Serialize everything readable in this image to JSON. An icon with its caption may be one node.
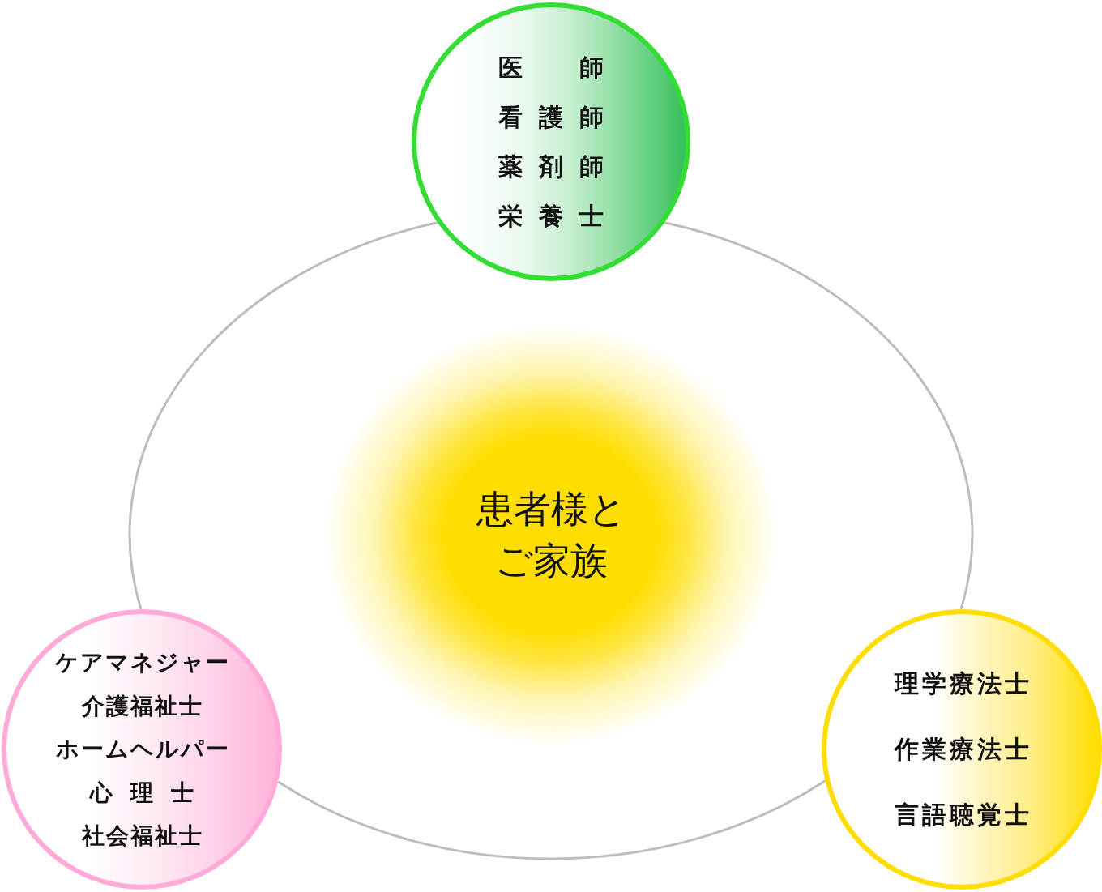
{
  "diagram": {
    "nodes": [
      {
        "text": [
          "医師",
          "看護師",
          "薬剤師",
          "栄養士"
        ]
      },
      {
        "text": [
          "患者様とご家族"
        ]
      },
      {
        "text": [
          "ケアマネジャー",
          "介護福祉士",
          "ホームヘルパー",
          "心理士",
          "社会福祉士"
        ]
      },
      {
        "text": [
          "理学療法士",
          "作業療法士",
          "言語聴覚士"
        ]
      }
    ],
    "edges": [
      {
        "from": 0,
        "to": 3,
        "arrow": "none"
      },
      {
        "from": 3,
        "to": 2,
        "arrow": "none"
      },
      {
        "from": 2,
        "to": 0,
        "arrow": "none"
      }
    ]
  }
}
